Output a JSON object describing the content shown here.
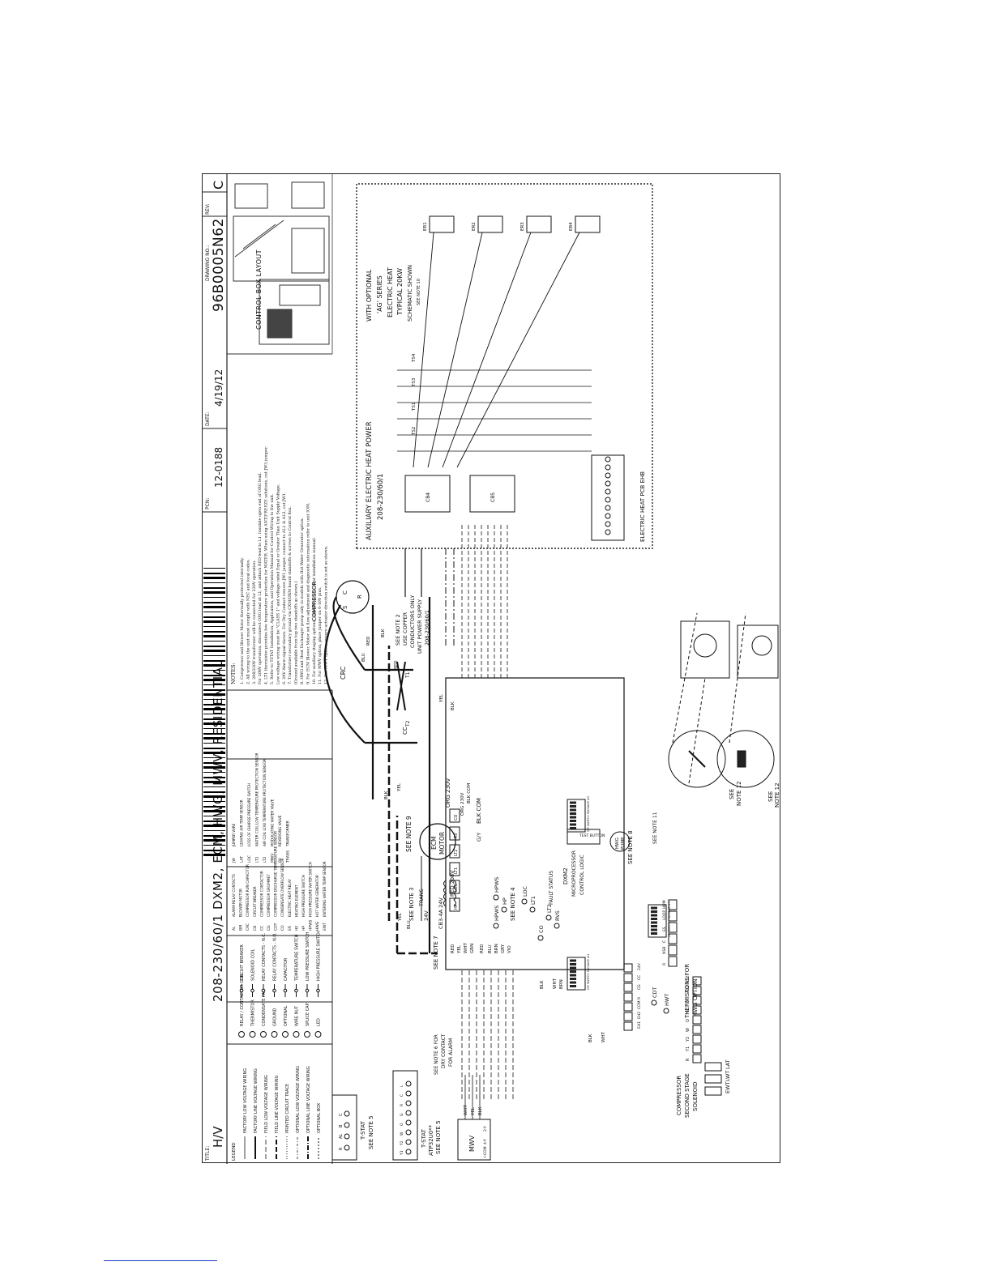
{
  "title_block": {
    "title_label": "TITLE:",
    "title_prefix": "H/V",
    "title": "208-230/60/1 DXM2, ECM, HWG, MWV, RESIDENTIAL",
    "pcn_label": "PCN:",
    "pcn": "12-0188",
    "date_label": "DATE:",
    "date": "4/19/12",
    "drawing_no_label": "DRAWING NO.:",
    "drawing_no": "96B0005N62",
    "rev_label": "REV:",
    "rev": "C"
  },
  "legend": {
    "heading": "LEGEND",
    "lines": [
      "FACTORY LOW VOLTAGE WIRING",
      "FACTORY LINE VOLTAGE WIRING",
      "FIELD LOW VOLTAGE WIRING",
      "FIELD LINE VOLTAGE WIRING",
      "PRINTED CIRCUIT TRACE",
      "OPTIONAL LOW VOLTAGE WIRING",
      "OPTIONAL LINE VOLTAGE WIRING",
      "OPTIONAL BOX"
    ],
    "symbols_a": [
      "RELAY / CONTACTOR COIL",
      "THERMISTOR",
      "CONDENSATE PAN",
      "GROUND",
      "OPTIONAL",
      "WIRE NUT",
      "SPLICE CAP",
      "LED"
    ],
    "symbols_b": [
      "CIRCUIT BREAKER",
      "SOLENOID COIL",
      "RELAY CONTACTS - N.C.",
      "RELAY CONTACTS - N.O.",
      "CAPACITOR",
      "TEMPERATURE SWITCH",
      "LOW PRESSURE SWITCH",
      "HIGH PRESSURE SWITCH"
    ],
    "abbr": [
      [
        "AL",
        "ALARM RELAY CONTACTS"
      ],
      [
        "BM",
        "BLOWER MOTOR"
      ],
      [
        "CRC",
        "COMPRESSOR RUN CAPACITOR"
      ],
      [
        "CB",
        "CIRCUIT BREAKER"
      ],
      [
        "CC",
        "COMPRESSOR CONTACTOR"
      ],
      [
        "CG",
        "COMPRESSOR GROMMET"
      ],
      [
        "CDT",
        "COMPRESSOR DISCHARGE TEMPERATURE SENSOR"
      ],
      [
        "CO",
        "CONDENSATE OVERFLOW SENSOR"
      ],
      [
        "ER",
        "ELECTRIC HEAT RELAY"
      ],
      [
        "HE",
        "HEATING ELEMENT"
      ],
      [
        "HP",
        "HIGH PRESSURE SWITCH"
      ],
      [
        "HPWS",
        "HIGH PRESSURE WATER SWITCH"
      ],
      [
        "HWG",
        "HOT WATER GENERATOR"
      ],
      [
        "EWT",
        "ENTERING WATER TEMP SENSOR"
      ]
    ],
    "abbr2": [
      [
        "JW",
        "JUMPER WIRE"
      ],
      [
        "LAT",
        "LEAVING AIR TEMP SENSOR"
      ],
      [
        "LOC",
        "LOSS OF CHARGE PRESSURE SWITCH"
      ],
      [
        "LT1",
        "WATER COIL LOW TEMPERATURE PROTECTION SENSOR"
      ],
      [
        "LT2",
        "AIR COIL LOW TEMPERATURE PROTECTION SENSOR"
      ],
      [
        "MWV",
        "MODULATING WATER VALVE"
      ],
      [
        "RV",
        "REVERSING VALVE"
      ],
      [
        "TRANS",
        "TRANSFORMER"
      ]
    ]
  },
  "notes": {
    "heading": "NOTES:",
    "items": [
      "1. Compressor and Blower Motor thermally protected internally.",
      "2. All wiring to the unit must comply with NEC and local codes.",
      "3. 208/230V transformer will be connected for 230V operation.",
      "   For 208V operation, disconnect ORG lead at L1, and attach RED lead to L1. Insulate open end of ORG lead.",
      "4. LT1 thermistor provides low temperature protection for WATER. When using ANTIFREEZE solutions, cut JW3 jumper.",
      "5. Refer to TSTAT Installation, Application, and Operation Manual for Control Wiring to the unit.",
      "   Low voltage wiring must be \"CLASS 1\" and voltage rated Equal or Greater Than Unit Supply Voltage.",
      "6. 24V Alarm signal shown. For Dry Contact remove JW1 jumper, connect to AL1 & AL2, cut JW1.",
      "7. Transformer secondary ground via CXM/DXM board standoffs & screws to Control Box.",
      "   (Ground available from top two standoffs as shown.)",
      "8. HWG and Heat Exchanger pump only in models with Hot Water Generator option.",
      "9. For ECM Blower Motor set flow adjustment and diagnostic information refer to unit IOM.",
      "10. For auxiliary staging options, consult electric heat installation manual.",
      "11. For MWV option, place jumper on 0-10V pins.",
      "12. For MWV option, ensure actuator direction switch is set as shown."
    ]
  },
  "control_box": {
    "title": "CONTROL BOX LAYOUT"
  },
  "aux_heat": {
    "title_1": "AUXILIARY ELECTRIC HEAT POWER",
    "title_2": "208-230/60/1",
    "option_1": "WITH OPTIONAL",
    "option_2": "'AG' SERIES",
    "option_3": "ELECTRIC HEAT",
    "option_4": "TYPICAL 20KW",
    "option_5": "SCHEMATIC SHOWN",
    "option_6": "SEE NOTE 10",
    "pcb_label": "ELECTRIC HEAT PCB  EHB",
    "breakers": [
      "CB4",
      "CB5"
    ],
    "switches": [
      "TS2",
      "TS1",
      "TS3",
      "TS4"
    ],
    "relays": [
      "ER1",
      "ER2",
      "ER3",
      "ER4"
    ]
  },
  "compressor": {
    "title": "COMPRESSOR",
    "terminals": [
      "S",
      "C",
      "R"
    ],
    "crc": "CRC",
    "cc": "CC",
    "contacts": [
      "T1",
      "T2",
      "L1",
      "L2"
    ],
    "supply_1": "SEE NOTE 2",
    "supply_2": "USE COPPER",
    "supply_3": "CONDUCTORS ONLY",
    "supply_4": "UNIT POWER SUPPLY",
    "supply_5": "208-230/60/1"
  },
  "ecm": {
    "label_1": "ECM",
    "label_2": "MOTOR",
    "note": "SEE NOTE 9",
    "gy": "G/Y"
  },
  "transformer": {
    "note": "SEE NOTE 3",
    "label": "TRANS",
    "v24": "24V",
    "cb": "CB3-4A 24V",
    "v208": "RED 208V",
    "org": "ORG 230V",
    "blkcom": "BLK COM"
  },
  "board": {
    "name_1": "DXM2",
    "name_2": "MICROPROCESSOR",
    "name_3": "CONTROL LOGIC",
    "test_button": "TEST BUTTON",
    "fault_status": "FAULT STATUS",
    "hwg_pump_1": "HWG",
    "hwg_pump_2": "PUMP",
    "note8": "SEE NOTE 8",
    "note7": "SEE NOTE 7",
    "note4": "SEE NOTE 4",
    "note11": "SEE NOTE 11",
    "terminals": [
      "R",
      "Y1",
      "Y2",
      "W",
      "O",
      "G",
      "C",
      "AL1",
      "AL2"
    ],
    "p2_terminals": [
      "R",
      "NSB",
      "C",
      "ES",
      "LOOP",
      "HUM"
    ],
    "p8_terminals": [
      "EH1",
      "EH2",
      "COM",
      "R",
      "CG",
      "CC",
      "24V"
    ],
    "sensor_header": [
      "HP",
      "LOC",
      "LT1",
      "LT2",
      "RV",
      "CO"
    ],
    "dip_label_1": "DIP SWITCH PACKAGE #1",
    "dip_label_2": "DIP SWITCH PACKAGE #2",
    "dip_label_3": "DIP SWITCH PACKAGE #3"
  },
  "sensors": {
    "hpws_1": "HPWS",
    "hpws_2": "HPWS",
    "hp": "HP",
    "loc": "LOC",
    "lt1": "LT1",
    "lt2": "LT2",
    "rvs": "RVS",
    "co": "CO",
    "cdt": "CDT",
    "hwt": "HWT",
    "therm_1": "THERMISTORS FOR",
    "therm_2": "HWG OPTION",
    "lat": "LAT",
    "lwt": "LWT",
    "ewt": "EWT"
  },
  "wires": {
    "red": "RED",
    "yel": "YEL",
    "wht": "WHT",
    "grn": "GRN",
    "blk": "BLK",
    "blu": "BLU",
    "brn": "BRN",
    "gry": "GRY",
    "vio": "VIO",
    "org": "ORG",
    "gy": "G/Y",
    "blkcom": "BLK COM",
    "orgtwo": "ORG 230V"
  },
  "tstat": {
    "label_a": "T-STAT",
    "note_a": "SEE NOTE 5",
    "label_b_1": "T-STAT",
    "label_b_2": "ATP32U0**",
    "note_b": "SEE NOTE 5",
    "terminals_a": [
      "R",
      "AL",
      "B",
      "C"
    ],
    "terminals_b": [
      "Y1",
      "Y2",
      "W",
      "O",
      "G",
      "R",
      "C",
      "L"
    ],
    "dry_1": "SEE NOTE 6 FOR",
    "dry_2": "DRY CONTACT",
    "dry_3": "FOR ALARM"
  },
  "mwv": {
    "title": "MWV",
    "terminals": [
      "WHT",
      "YEL",
      "BLK"
    ],
    "sub": [
      "1",
      "2",
      "3"
    ],
    "labels": [
      "I-COM",
      "4-Y",
      "2-Y"
    ]
  },
  "solenoid": {
    "label_1": "COMPRESSOR",
    "label_2": "SECOND STAGE",
    "label_3": "SOLENOID"
  },
  "details": {
    "note12a_1": "SEE",
    "note12a_2": "NOTE 12",
    "note12b_1": "SEE",
    "note12b_2": "NOTE 12"
  }
}
